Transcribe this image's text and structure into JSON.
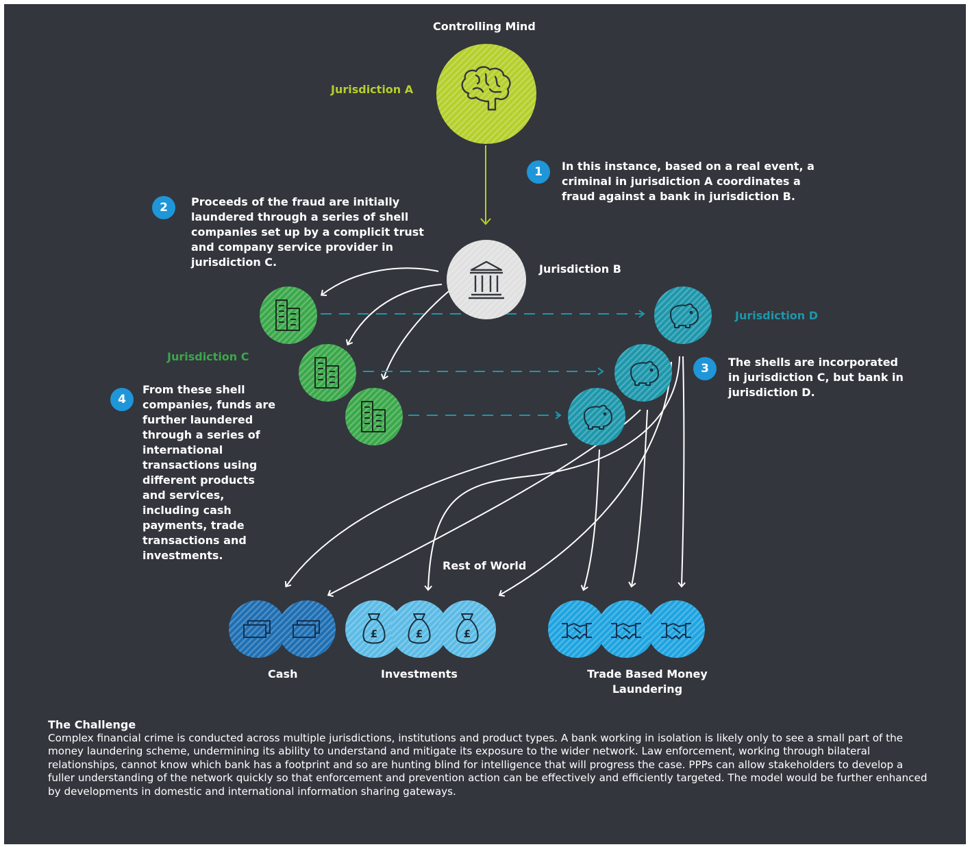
{
  "title": "Controlling Mind",
  "jurisdictions": {
    "a": "Jurisdiction A",
    "b": "Jurisdiction B",
    "c": "Jurisdiction C",
    "d": "Jurisdiction D"
  },
  "rest_of_world": "Rest of World",
  "steps": [
    {
      "num": "1",
      "text": "In this instance, based on a real event, a criminal in jurisdiction A coordinates a fraud against a bank in jurisdiction B."
    },
    {
      "num": "2",
      "text": "Proceeds of the fraud are initially laundered through a series of shell companies set up by a complicit trust and company service provider in jurisdiction C."
    },
    {
      "num": "3",
      "text": "The shells are incorporated in jurisdiction C, but bank in jurisdiction D."
    },
    {
      "num": "4",
      "text": "From these shell companies, funds are further laundered through a series of international transactions using different products and services, including cash payments, trade transactions and investments."
    }
  ],
  "categories": {
    "cash": "Cash",
    "investments": "Investments",
    "tbml": "Trade Based Money Laundering"
  },
  "challenge": {
    "title": "The Challenge",
    "body": "Complex financial crime is conducted across multiple jurisdictions, institutions and product types. A bank working in isolation is likely only to see a small part of the money laundering scheme, undermining its ability to understand and mitigate its exposure to the wider network. Law enforcement, working through bilateral relationships, cannot know which bank has a footprint and so are hunting blind for intelligence that will progress the case. PPPs can allow stakeholders to develop a fuller understanding of the network quickly so that enforcement and prevention action can be effectively and efficiently targeted. The model would be further enhanced by developments in domestic and international  information sharing gateways."
  },
  "icons": {
    "controlling_mind": "brain-icon",
    "bank": "bank-building-icon",
    "shell_company": "office-building-icon",
    "offshore_bank": "piggy-bank-icon",
    "cash": "banknotes-icon",
    "investments": "money-bag-pound-icon",
    "trade": "handshake-icon"
  },
  "colors": {
    "background": "#33363d",
    "jurisdiction_a": "#b5cf2b",
    "jurisdiction_b": "#e0e0e0",
    "jurisdiction_c": "#3aa84a",
    "jurisdiction_d": "#1d97ab",
    "cash": "#1e6fb3",
    "investments": "#5bbbe6",
    "tbml": "#1ea4e0",
    "badge": "#1e96d8"
  }
}
